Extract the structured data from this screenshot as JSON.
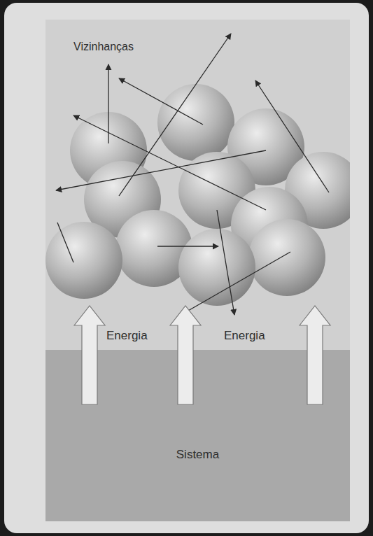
{
  "diagram": {
    "nodes": [
      {
        "text": [
          "Vizinhanças"
        ]
      },
      {
        "text": [
          "Sistema"
        ]
      }
    ],
    "labels": [
      "Energia",
      "Energia"
    ]
  }
}
